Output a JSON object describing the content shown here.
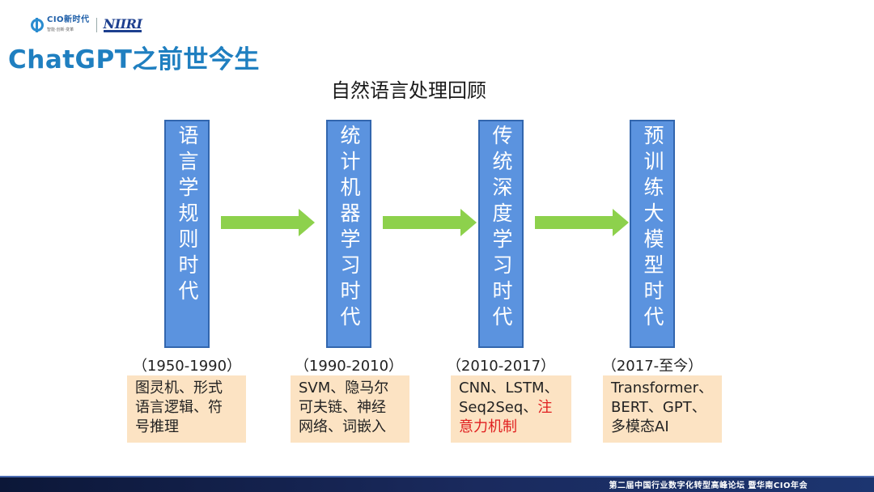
{
  "logo": {
    "brand_cn": "CIO新时代",
    "brand_sub": "智能·创新·变革",
    "partner": "NIIRI",
    "primary_color": "#2a8cd0",
    "partner_color": "#1d3f8f"
  },
  "title": "ChatGPT之前世今生",
  "subtitle": "自然语言处理回顾",
  "eras": [
    {
      "name": "语言学规则时代",
      "period": "（1950-1990）",
      "detail": [
        "图灵机、形式",
        "语言逻辑、符",
        "号推理"
      ],
      "highlight": ""
    },
    {
      "name": "统计机器学习时代",
      "period": "（1990-2010）",
      "detail": [
        "SVM、隐马尔",
        "可夫链、神经",
        "网络、词嵌入"
      ],
      "highlight": ""
    },
    {
      "name": "传统深度学习时代",
      "period": "（2010-2017）",
      "detail": [
        "CNN、LSTM、",
        "Seq2Seq、"
      ],
      "highlight_inline": "注",
      "highlight": "意力机制"
    },
    {
      "name": "预训练大模型时代",
      "period": "（2017-至今）",
      "detail": [
        "Transformer、",
        "BERT、GPT、",
        "多模态AI"
      ],
      "highlight": ""
    }
  ],
  "footer": "第二届中国行业数字化转型高峰论坛 暨华南CIO年会",
  "colors": {
    "title": "#1f7fc0",
    "era_box": "#5b93df",
    "arrow": "#8dd14c",
    "detail_bg": "#fce3c3",
    "highlight": "#e02020"
  }
}
